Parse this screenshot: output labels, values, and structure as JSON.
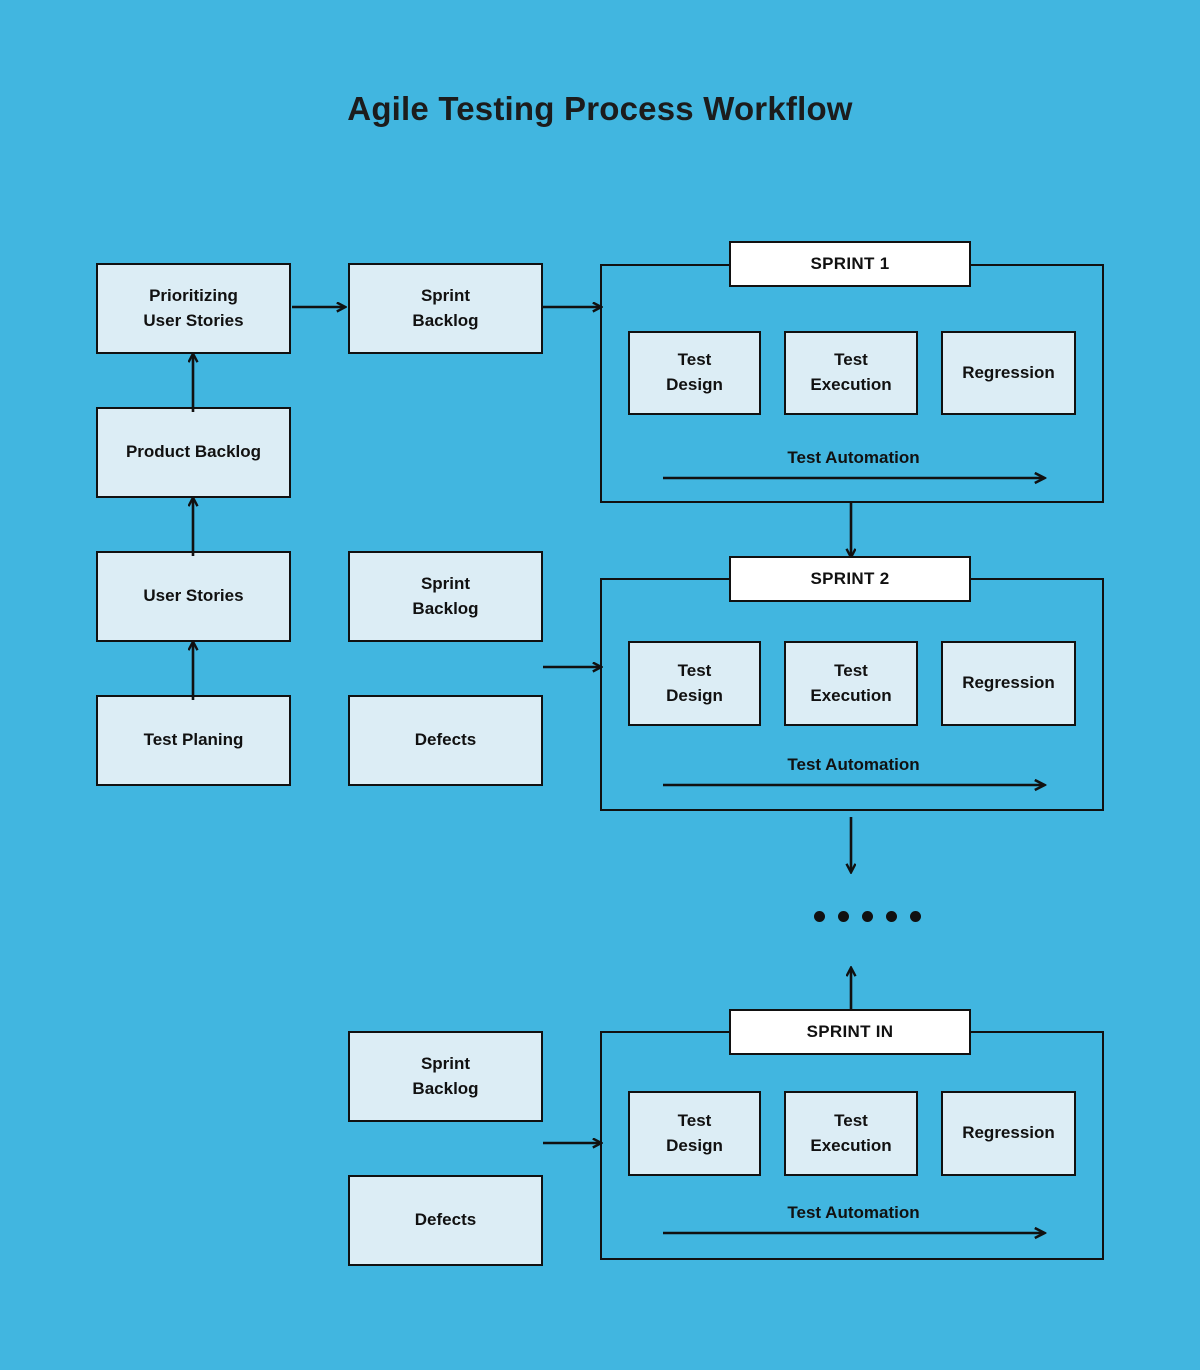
{
  "page": {
    "title": "Agile Testing Process Workflow",
    "background_color": "#41b6e0",
    "box_fill_color": "#dcedf5",
    "tab_fill_color": "#ffffff",
    "line_color": "#111111"
  },
  "left_column": [
    {
      "label": "Prioritizing\nUser Stories",
      "name": "prioritizing-user-stories"
    },
    {
      "label": "Product Backlog",
      "name": "product-backlog"
    },
    {
      "label": "User Stories",
      "name": "user-stories"
    },
    {
      "label": "Test Planing",
      "name": "test-planing"
    }
  ],
  "middle_column": [
    {
      "label": "Sprint\nBacklog",
      "name": "sprint-backlog-1"
    },
    {
      "label": "Sprint\nBacklog",
      "name": "sprint-backlog-2"
    },
    {
      "label": "Defects",
      "name": "defects-2"
    },
    {
      "label": "Sprint\nBacklog",
      "name": "sprint-backlog-n"
    },
    {
      "label": "Defects",
      "name": "defects-n"
    }
  ],
  "sprints": [
    {
      "tab_label": "SPRINT 1",
      "automation_label": "Test Automation",
      "stages": [
        {
          "label": "Test\nDesign"
        },
        {
          "label": "Test\nExecution"
        },
        {
          "label": "Regression"
        }
      ]
    },
    {
      "tab_label": "SPRINT 2",
      "automation_label": "Test Automation",
      "stages": [
        {
          "label": "Test\nDesign"
        },
        {
          "label": "Test\nExecution"
        },
        {
          "label": "Regression"
        }
      ]
    },
    {
      "tab_label": "SPRINT IN",
      "automation_label": "Test Automation",
      "stages": [
        {
          "label": "Test\nDesign"
        },
        {
          "label": "Test\nExecution"
        },
        {
          "label": "Regression"
        }
      ]
    }
  ],
  "ellipsis": {
    "dot_count": 5
  }
}
